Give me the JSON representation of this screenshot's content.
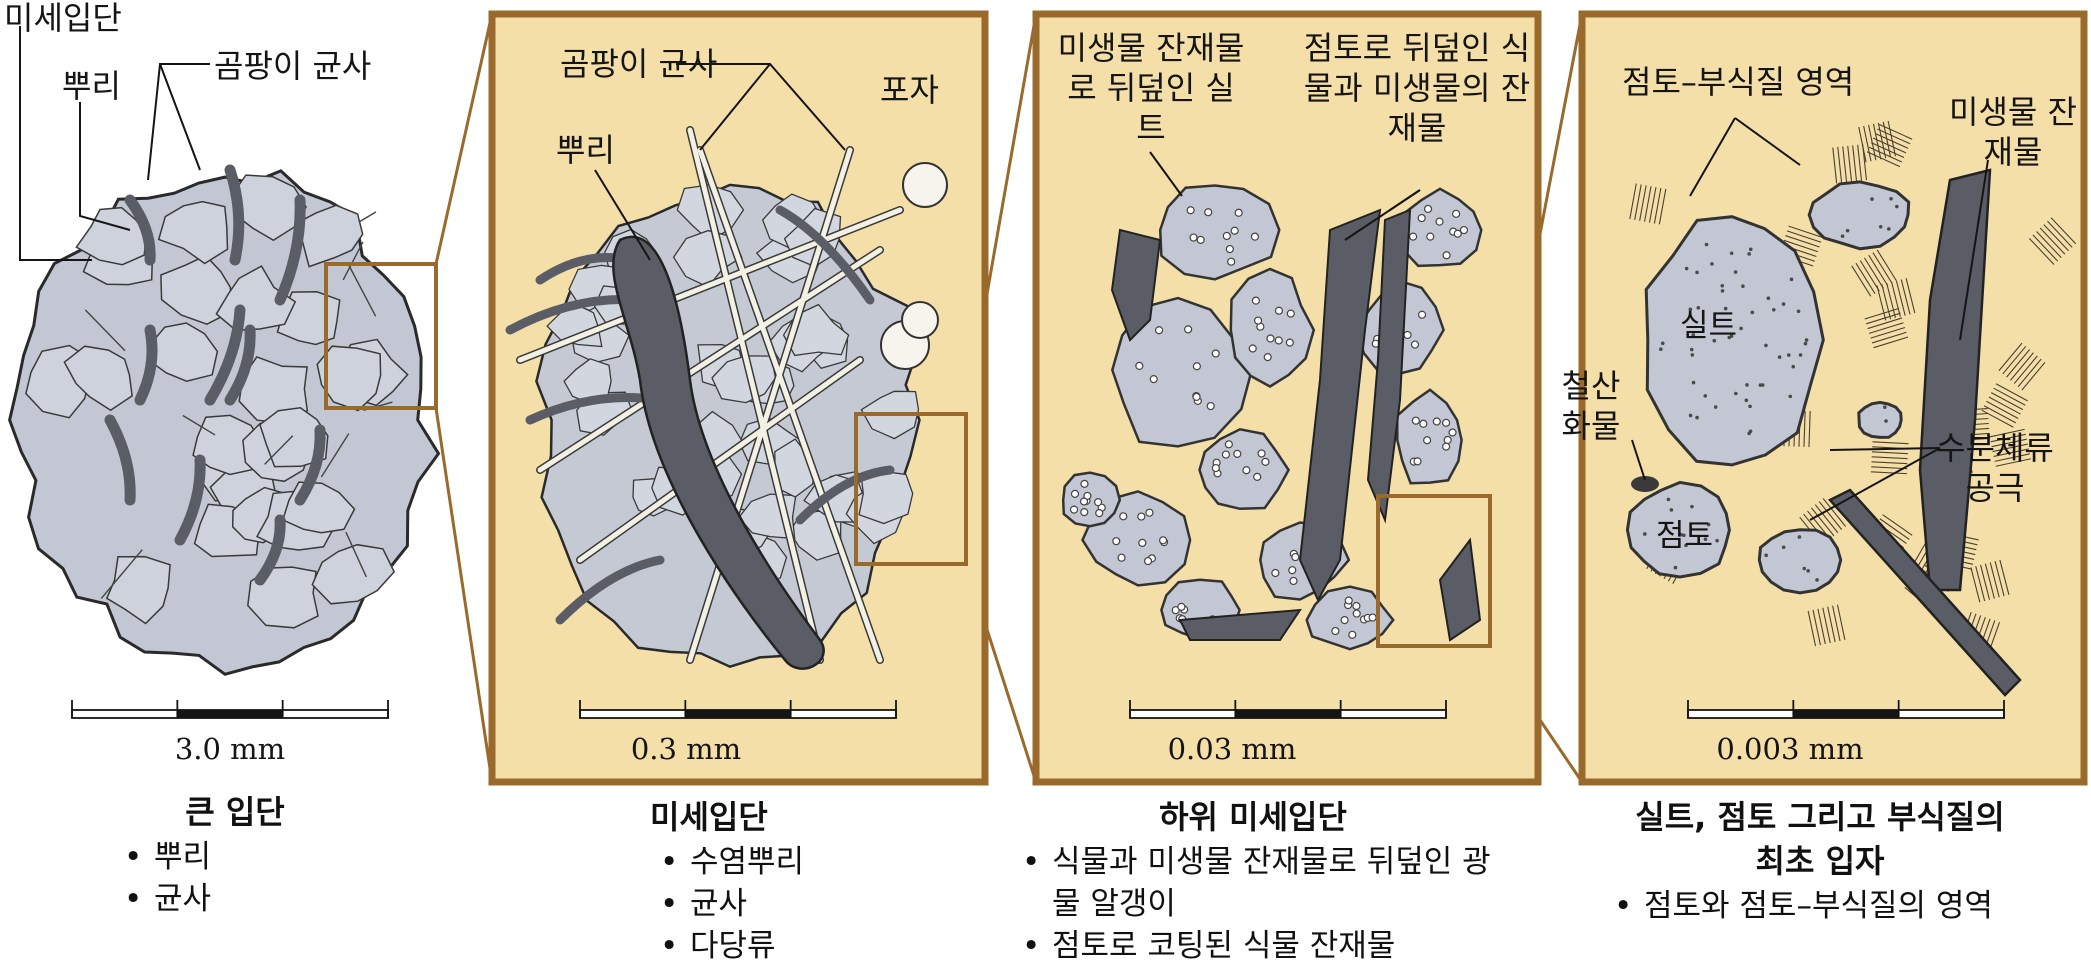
{
  "colors": {
    "panel_fill": "#f4dfa8",
    "panel_border": "#9a6a2d",
    "particle": "#c2c7d3",
    "organic": "#5b5d66",
    "ink": "#151515"
  },
  "panel1": {
    "labels": {
      "microaggregate": "미세입단",
      "root": "뿌리",
      "hyphae": "곰팡이 균사"
    },
    "scale": "3.0 mm",
    "caption": {
      "title": "큰 입단",
      "bullets": [
        "뿌리",
        "균사"
      ]
    }
  },
  "panel2": {
    "labels": {
      "hyphae": "곰팡이 균사",
      "spore": "포자",
      "root": "뿌리"
    },
    "scale": "0.3 mm",
    "caption": {
      "title": "미세입단",
      "bullets": [
        "수염뿌리",
        "균사",
        "다당류"
      ]
    }
  },
  "panel3": {
    "labels": {
      "silt_coated": "미생물 잔재물로 뒤덮인 실트",
      "residue_coated": "점토로 뒤덮인 식물과 미생물의 잔재물"
    },
    "scale": "0.03 mm",
    "caption": {
      "title": "하위 미세입단",
      "bullets": [
        "식물과 미생물 잔재물로 뒤덮인 광물 알갱이",
        "점토로 코팅된 식물 잔재물"
      ]
    }
  },
  "panel4": {
    "labels": {
      "clay_humus_zone": "점토–부식질 영역",
      "microbial_residue": "미생물 잔재물",
      "silt": "실트",
      "iron_oxide": "철산 화물",
      "water_pore": "수분체류 공극",
      "clay": "점토"
    },
    "scale": "0.003 mm",
    "caption": {
      "title": "실트, 점토 그리고 부식질의 최초 입자",
      "bullets": [
        "점토와 점토–부식질의 영역"
      ]
    }
  }
}
